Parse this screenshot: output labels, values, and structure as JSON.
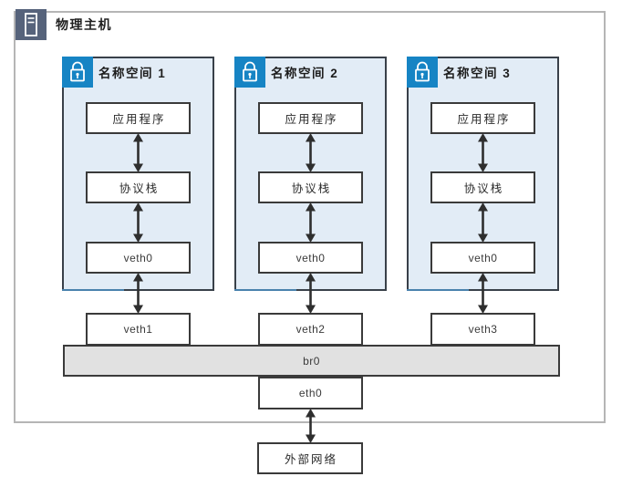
{
  "host": {
    "title": "物理主机"
  },
  "namespaces": [
    {
      "title": "名称空间 1",
      "app": "应用程序",
      "stack": "协议栈",
      "veth": "veth0"
    },
    {
      "title": "名称空间 2",
      "app": "应用程序",
      "stack": "协议栈",
      "veth": "veth0"
    },
    {
      "title": "名称空间 3",
      "app": "应用程序",
      "stack": "协议栈",
      "veth": "veth0"
    }
  ],
  "host_veths": [
    {
      "label": "veth1"
    },
    {
      "label": "veth2"
    },
    {
      "label": "veth3"
    }
  ],
  "bridge": {
    "label": "br0"
  },
  "uplink": {
    "label": "eth0"
  },
  "external": {
    "label": "外部网络"
  },
  "icons": {
    "host_icon": "server-tower-icon",
    "namespace_icon": "lock-icon"
  },
  "colors": {
    "namespace_fill": "#e2ecf6",
    "namespace_border": "#394049",
    "lock_badge": "#1684c4",
    "host_icon_bg": "#56637b",
    "bridge_fill": "#e1e1e1",
    "node_border": "#3a3a3a",
    "outer_border": "#b5b5b5",
    "arrow": "#2e2e2e",
    "accent_line": "#4a82ad"
  }
}
